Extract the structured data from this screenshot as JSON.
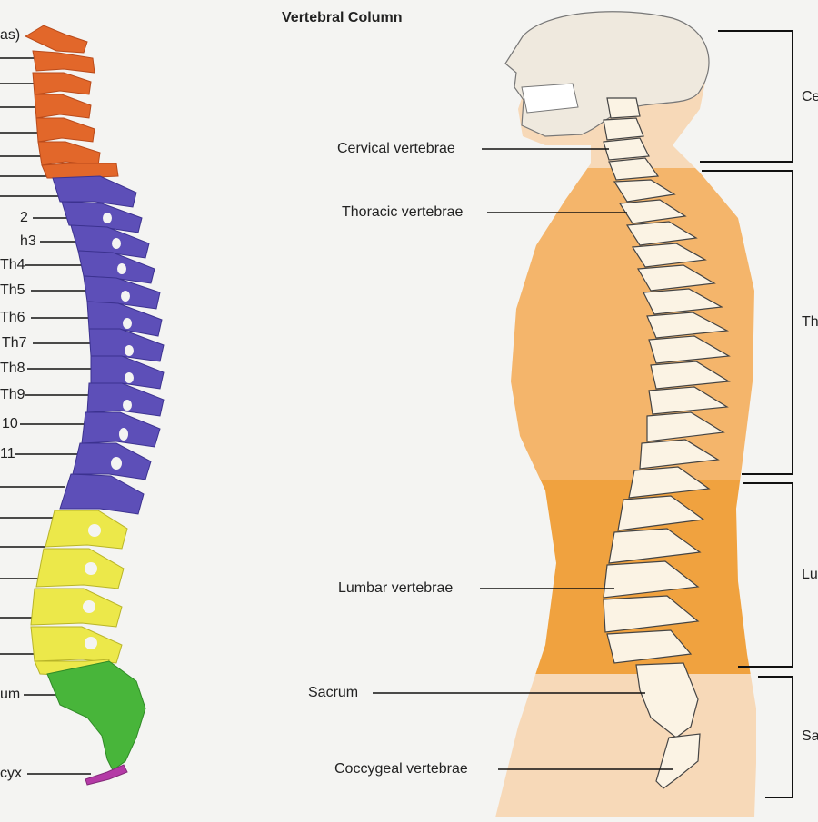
{
  "title": "Vertebral Column",
  "left_labels": [
    "as)",
    "2",
    "h3",
    "Th4",
    "Th5",
    "Th6",
    "Th7",
    "Th8",
    "Th9",
    "10",
    "11",
    "um",
    "cyx"
  ],
  "middle_labels": {
    "cervical": "Cervical vertebrae",
    "thoracic": "Thoracic vertebrae",
    "lumbar": "Lumbar vertebrae",
    "sacrum": "Sacrum",
    "coccygeal": "Coccygeal vertebrae"
  },
  "right_labels": [
    "Ce",
    "Th",
    "Lu",
    "Sa"
  ],
  "colors": {
    "cervical": "#e2672a",
    "thoracic": "#5d4fb8",
    "lumbar": "#ece84a",
    "sacrum": "#48b53a",
    "coccyx": "#b43aa6",
    "body_light": "#f7d9b8",
    "body_mid": "#f4b56b",
    "body_dark": "#f0a23f",
    "bone": "#fbf3e4"
  }
}
